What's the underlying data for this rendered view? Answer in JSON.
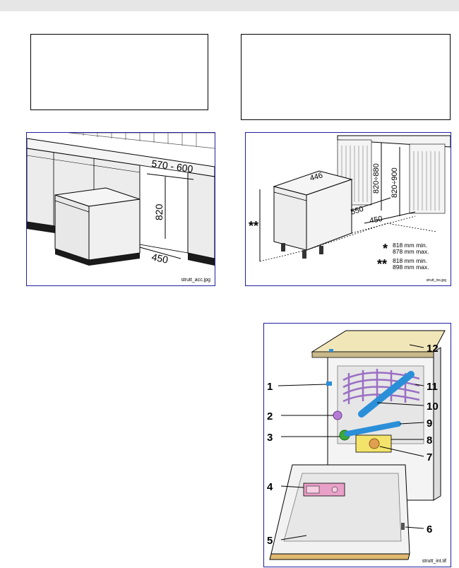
{
  "figures": {
    "accessory": {
      "dim_width": "570 - 600",
      "dim_height": "820",
      "dim_depth": "450",
      "caption": "strutt_acc.jpg"
    },
    "install": {
      "dim_top": "446",
      "dim_depth": "550",
      "dim_gap": "450",
      "dim_h1": "820÷880",
      "dim_h2": "820÷900",
      "star_single": "*",
      "star_double": "**",
      "legend_single_min": "818 mm min.",
      "legend_single_max": "878 mm max.",
      "legend_double_min": "818 mm min.",
      "legend_double_max": "898 mm max.",
      "caption": "strutt_ins.jpg"
    },
    "interior": {
      "labels": [
        "1",
        "2",
        "3",
        "4",
        "5",
        "6",
        "7",
        "8",
        "9",
        "10",
        "11",
        "12"
      ],
      "caption": "strutt_int.tif"
    }
  },
  "colors": {
    "topbar": "#e6e6e6",
    "frame": "#1f1f9f",
    "spray_arm": "#2a8fd8",
    "rack": "#9a6fc4",
    "dispenser": "#e8a0c8",
    "filter": "#f3e36a",
    "countertop": "#f1e6b8",
    "plinth": "#1a1a1a"
  }
}
